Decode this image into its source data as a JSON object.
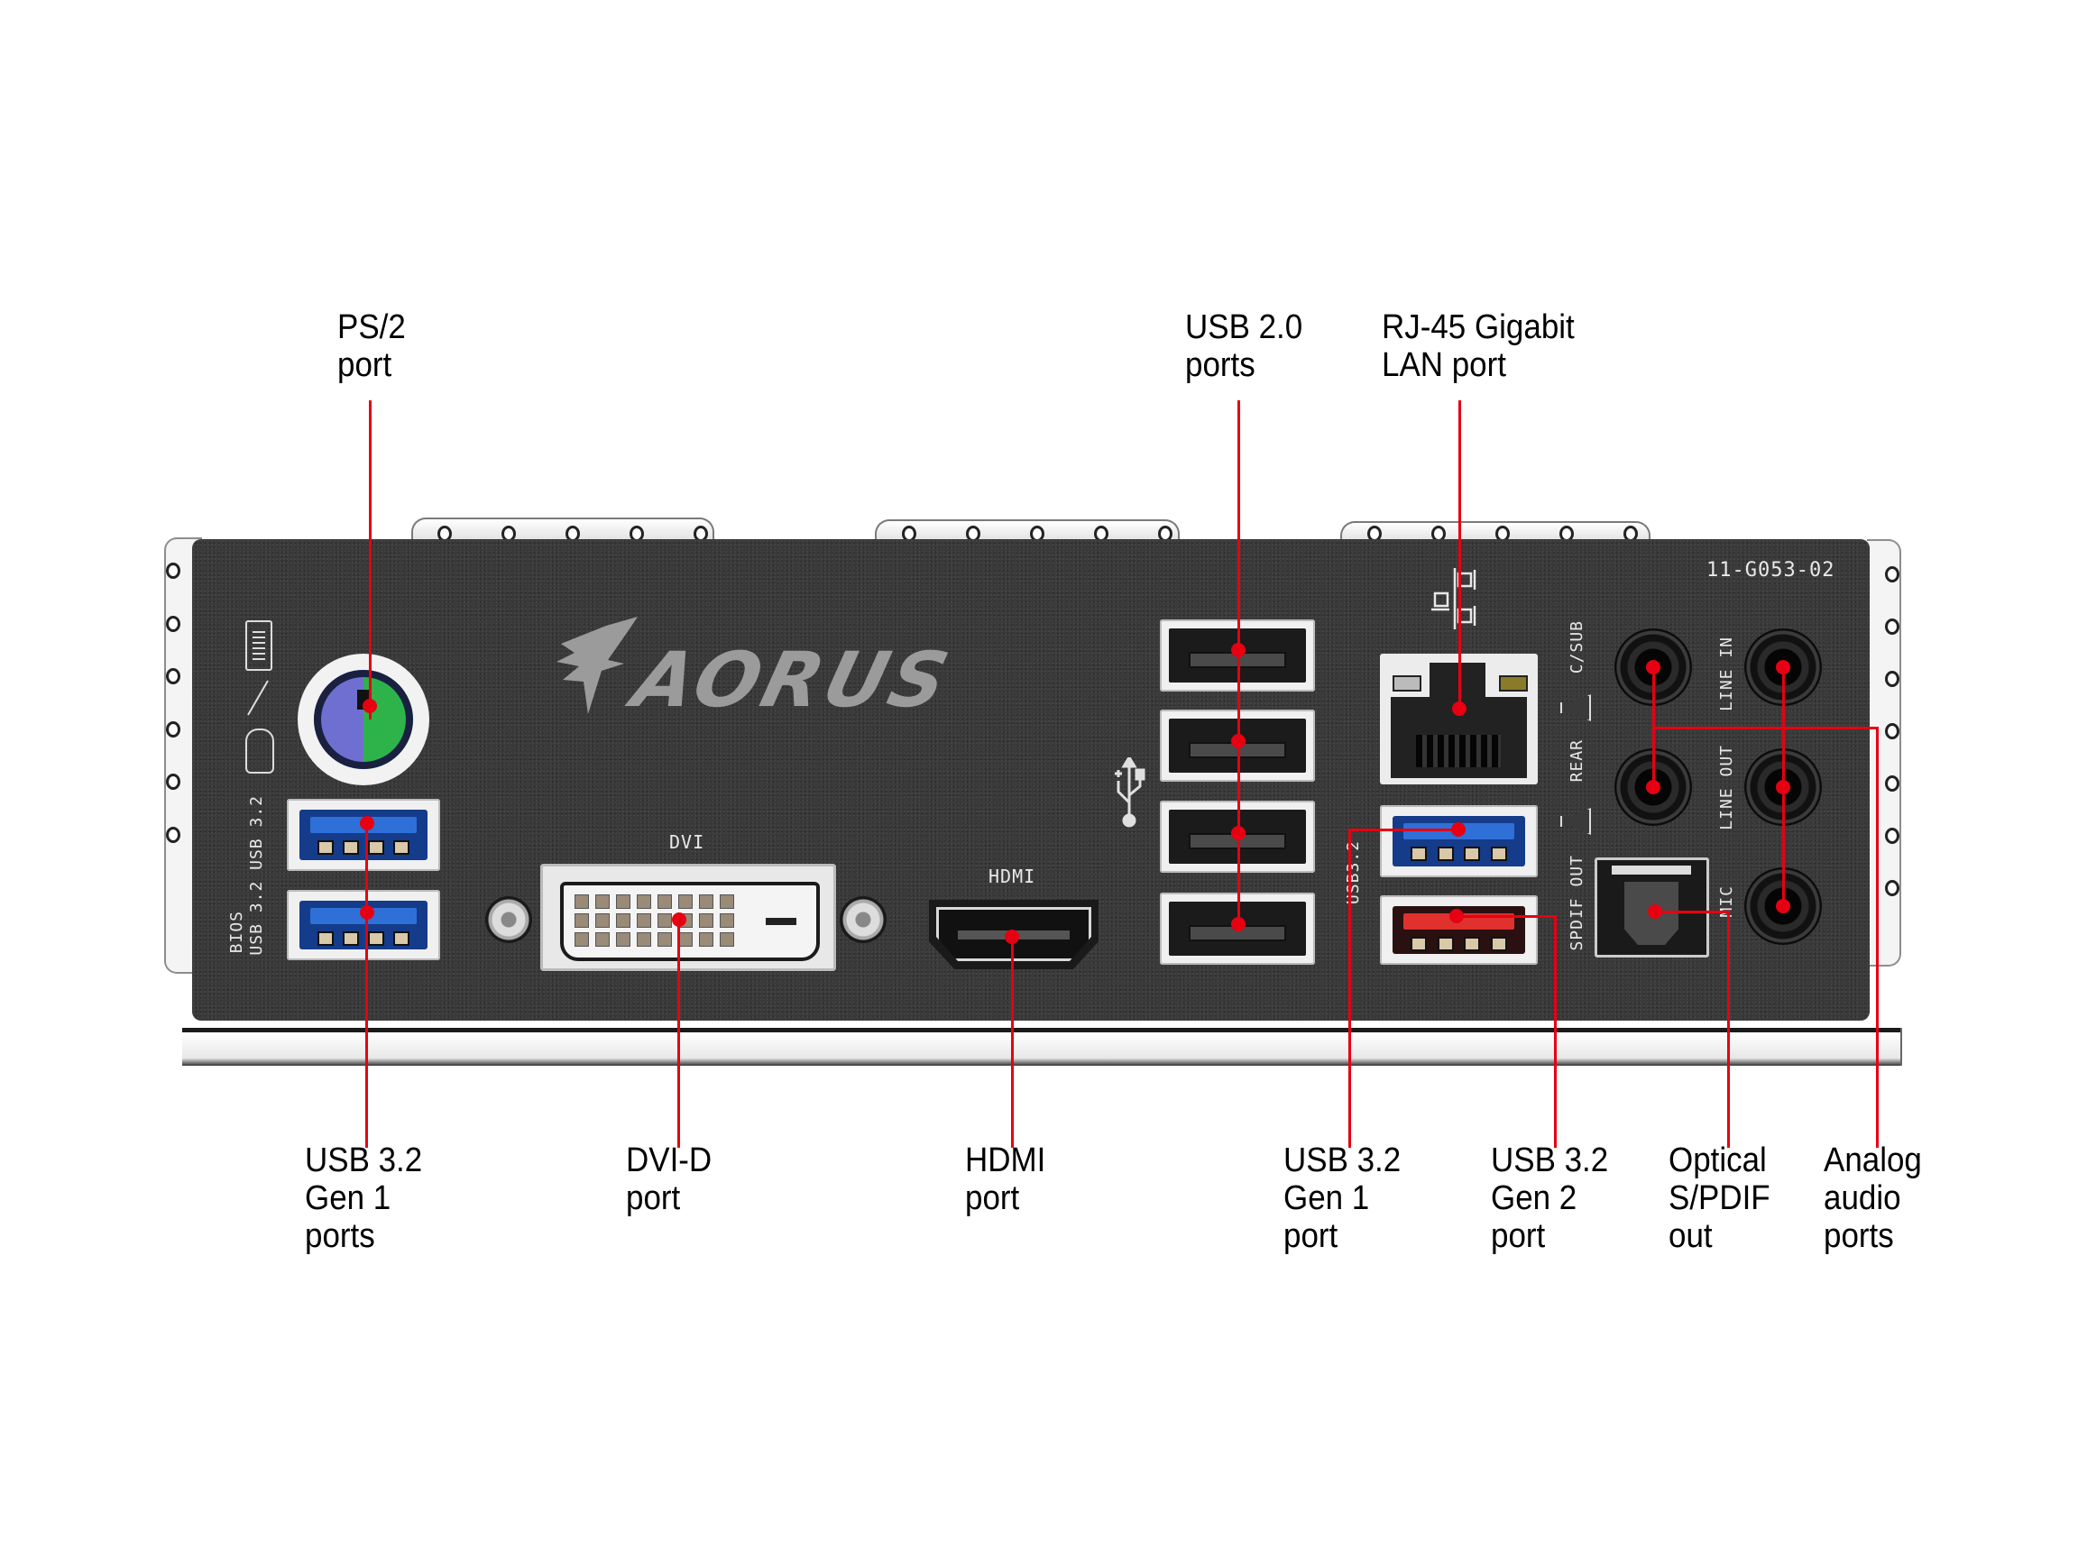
{
  "title": "Motherboard rear I/O panel — port callouts",
  "panel": {
    "brand_logo": "AORUS",
    "part_number": "11-G053-02",
    "silkscreen": {
      "left_vertical_bios": "BIOS",
      "left_vertical_usb": "USB 3.2  USB 3.2",
      "dvi": "DVI",
      "hdmi": "HDMI",
      "usb32_vertical": "USB3.2",
      "c_sub": "C/SUB",
      "rear": "REAR",
      "spdif_out": "SPDIF OUT",
      "line_in": "LINE IN",
      "line_out": "LINE OUT",
      "mic": "MIC"
    },
    "icons": [
      "keyboard-icon",
      "mouse-icon",
      "usb-icon",
      "network-icon",
      "speaker-icon"
    ]
  },
  "callouts": {
    "top": [
      {
        "id": "ps2",
        "lines": [
          "PS/2",
          "port"
        ]
      },
      {
        "id": "usb20",
        "lines": [
          "USB 2.0",
          "ports"
        ]
      },
      {
        "id": "rj45",
        "lines": [
          "RJ-45 Gigabit",
          "LAN port"
        ]
      }
    ],
    "bottom": [
      {
        "id": "usb32-gen1-left",
        "lines": [
          "USB 3.2",
          "Gen 1",
          "ports"
        ]
      },
      {
        "id": "dvi-d",
        "lines": [
          "DVI-D",
          "port"
        ]
      },
      {
        "id": "hdmi",
        "lines": [
          "HDMI",
          "port"
        ]
      },
      {
        "id": "usb32-gen1",
        "lines": [
          "USB 3.2",
          "Gen 1",
          "port"
        ]
      },
      {
        "id": "usb32-gen2",
        "lines": [
          "USB 3.2",
          "Gen 2",
          "port"
        ]
      },
      {
        "id": "optical",
        "lines": [
          "Optical",
          "S/PDIF",
          "out"
        ]
      },
      {
        "id": "analog-audio",
        "lines": [
          "Analog",
          "audio",
          "ports"
        ]
      }
    ]
  },
  "colors": {
    "callout_line": "#e60012",
    "panel": "#3a3a3a",
    "usb3_blue": "#2f6fd8",
    "usb32_gen2_red": "#e0312e",
    "ps2_mouse_green": "#2db34a",
    "ps2_keyboard_purple": "#6e6fd0"
  }
}
